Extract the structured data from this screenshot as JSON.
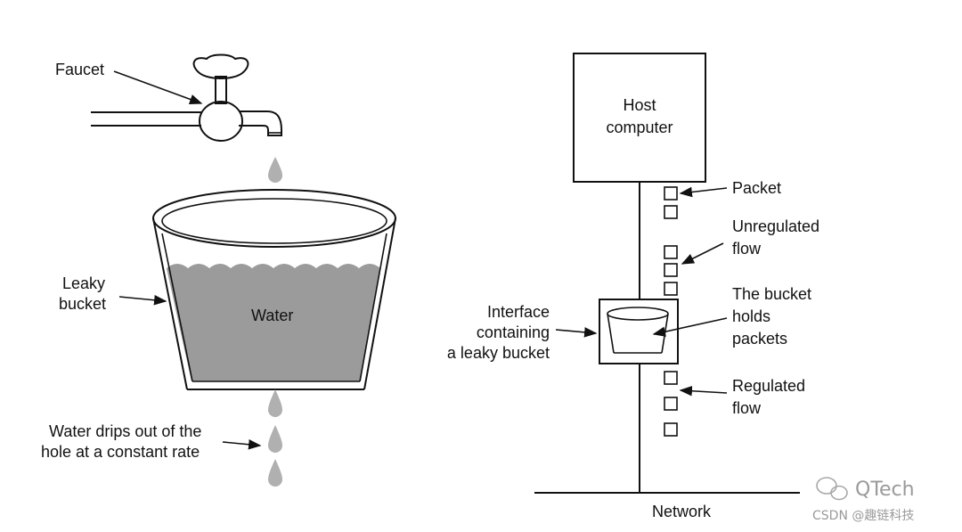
{
  "left": {
    "faucet_label": "Faucet",
    "bucket_label": [
      "Leaky",
      "bucket"
    ],
    "water_label": "Water",
    "drips_label": [
      "Water drips out of the",
      "hole at a constant rate"
    ]
  },
  "right": {
    "host_label": [
      "Host",
      "computer"
    ],
    "packet_label": "Packet",
    "unregulated_label": [
      "Unregulated",
      "flow"
    ],
    "bucket_holds_label": [
      "The bucket",
      "holds",
      "packets"
    ],
    "interface_label": [
      "Interface",
      "containing",
      "a leaky bucket"
    ],
    "regulated_label": [
      "Regulated",
      "flow"
    ],
    "network_label": "Network"
  },
  "watermark": {
    "brand": "QTech",
    "source": "CSDN @趣链科技"
  },
  "colors": {
    "water": "#9b9b9b",
    "drop": "#b0b0b0",
    "line": "#111111",
    "watermark": "#9a9a9a"
  }
}
